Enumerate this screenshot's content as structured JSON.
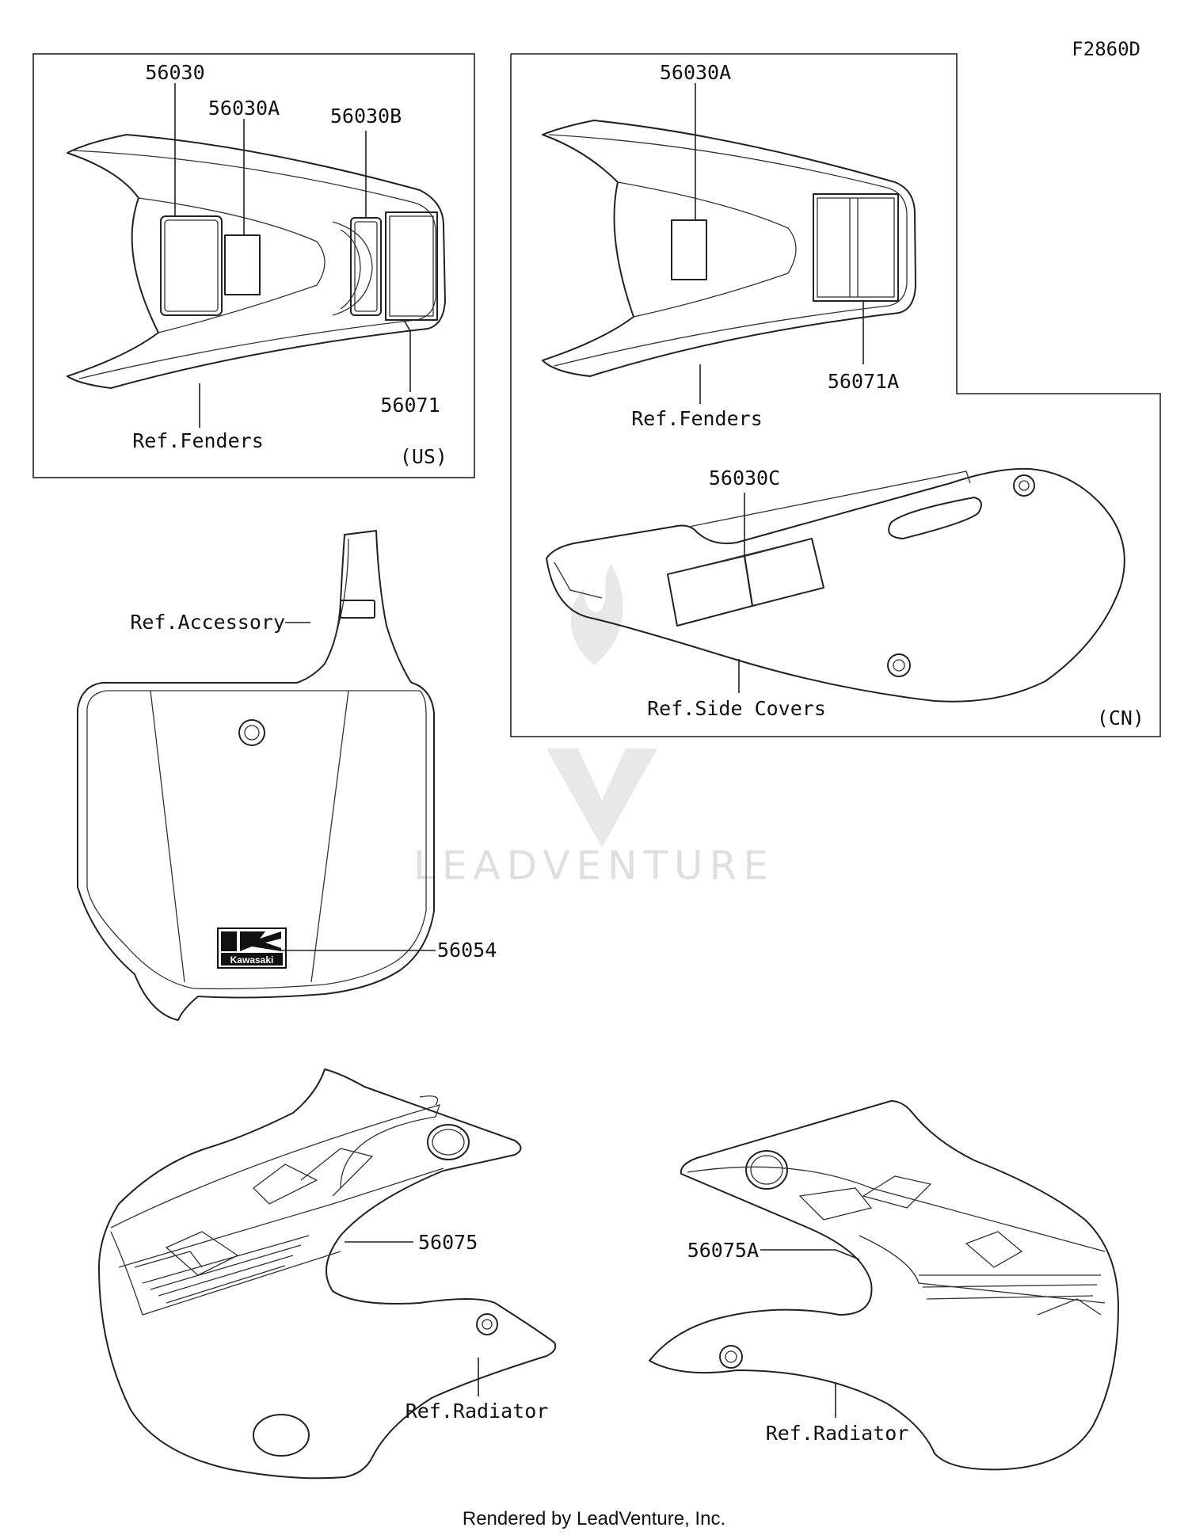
{
  "figure_code": "F2860D",
  "panels": {
    "us": {
      "region": "(US)",
      "ref_fenders": "Ref.Fenders",
      "parts": [
        "56030",
        "56030A",
        "56030B",
        "56071"
      ]
    },
    "cn": {
      "region": "(CN)",
      "ref_fenders": "Ref.Fenders",
      "ref_side_covers": "Ref.Side Covers",
      "parts": [
        "56030A",
        "56071A",
        "56030C"
      ]
    }
  },
  "number_plate": {
    "ref_accessory": "Ref.Accessory",
    "part": "56054",
    "logo_text": "Kawasaki"
  },
  "shrouds": {
    "left": {
      "part": "56075",
      "ref": "Ref.Radiator"
    },
    "right": {
      "part": "56075A",
      "ref": "Ref.Radiator"
    }
  },
  "watermark": "LEADVENTURE",
  "footer": "Rendered by LeadVenture, Inc."
}
